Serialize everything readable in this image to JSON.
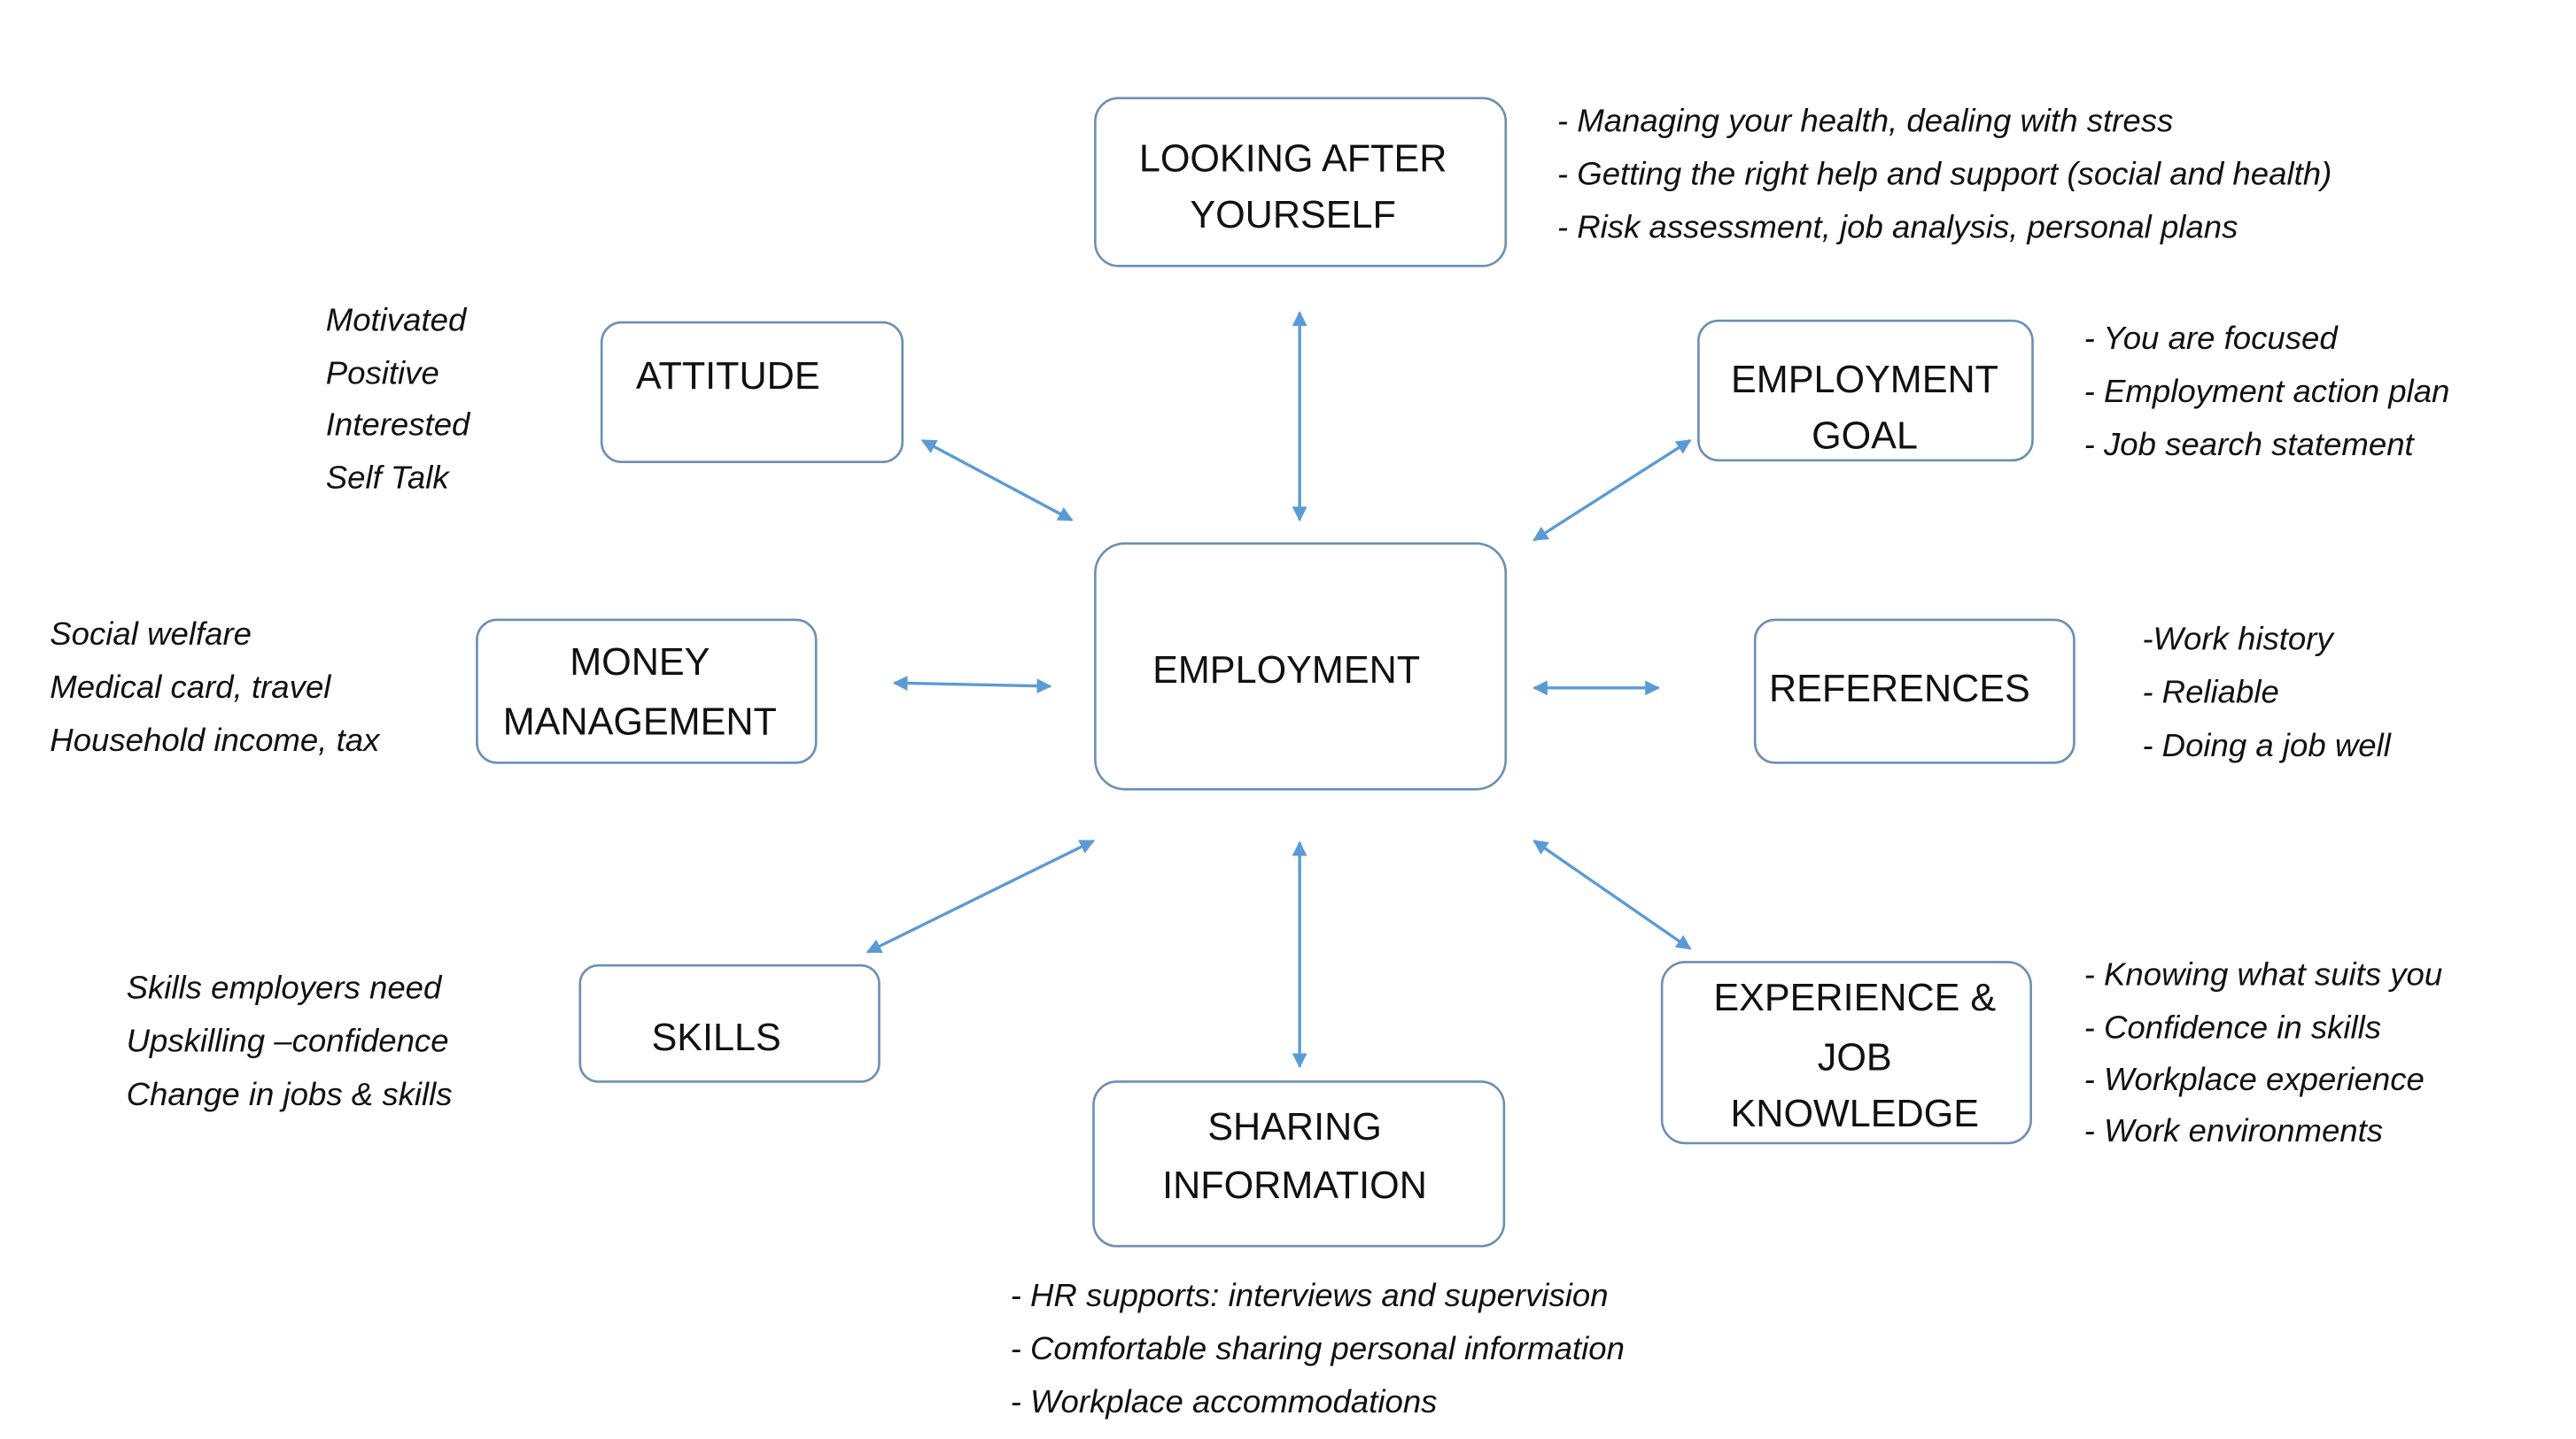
{
  "colors": {
    "arrow": "#5b9bd5",
    "box_border": "#6d8fb3",
    "text": "#111111"
  },
  "center": {
    "label": "EMPLOYMENT"
  },
  "nodes": {
    "looking_after": {
      "lines": [
        "LOOKING AFTER",
        "YOURSELF"
      ],
      "notes": [
        "- Managing your health, dealing with stress",
        "- Getting the right help and support (social and health)",
        "- Risk assessment, job analysis, personal plans"
      ]
    },
    "attitude": {
      "lines": [
        "ATTITUDE"
      ],
      "notes": [
        "Motivated",
        "Positive",
        "Interested",
        "Self Talk"
      ]
    },
    "employment_goal": {
      "lines": [
        "EMPLOYMENT",
        "GOAL"
      ],
      "notes": [
        "- You are focused",
        "- Employment action plan",
        "- Job search statement"
      ]
    },
    "money": {
      "lines": [
        "MONEY",
        "MANAGEMENT"
      ],
      "notes": [
        "Social welfare",
        "Medical card, travel",
        "Household income, tax"
      ]
    },
    "references": {
      "lines": [
        "REFERENCES"
      ],
      "notes": [
        "-Work history",
        "- Reliable",
        "- Doing a job well"
      ]
    },
    "skills": {
      "lines": [
        "SKILLS"
      ],
      "notes": [
        "Skills employers need",
        "Upskilling –confidence",
        "Change in jobs & skills"
      ]
    },
    "sharing": {
      "lines": [
        "SHARING",
        "INFORMATION"
      ],
      "notes": [
        "- HR supports: interviews and supervision",
        "- Comfortable sharing personal information",
        "- Workplace accommodations"
      ]
    },
    "experience": {
      "lines": [
        "EXPERIENCE &",
        "JOB",
        "KNOWLEDGE"
      ],
      "notes": [
        "- Knowing what suits you",
        "- Confidence in skills",
        "- Workplace experience",
        "- Work environments"
      ]
    }
  }
}
